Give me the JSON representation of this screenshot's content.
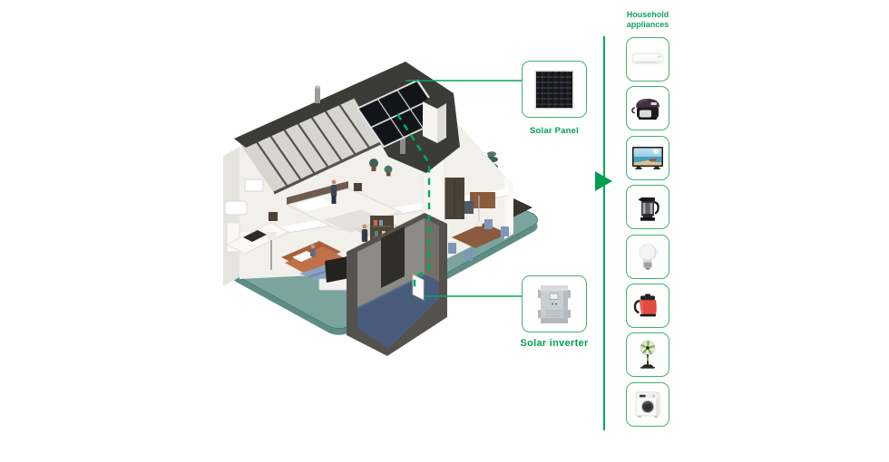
{
  "diagram_title": "Solar powered house with household appliances",
  "house": {
    "name": "solar-house-cutaway",
    "colors": {
      "roof": "#3B3B38",
      "platform_top": "#7BA49E",
      "platform_side": "#5E8D87",
      "basement_wall": "#55524D",
      "basement_floor": "#4A5C7C",
      "interior": "#F2F0EA",
      "flow_line_green": "#00A95A"
    }
  },
  "callouts": {
    "solar_panel": {
      "label": "Solar Panel"
    },
    "solar_inverter": {
      "label": "Solar inverter"
    }
  },
  "appliances": {
    "title": "Household appliances",
    "box_border_color": "#3FB273",
    "items": [
      {
        "name": "air-conditioner"
      },
      {
        "name": "rice-cooker"
      },
      {
        "name": "television"
      },
      {
        "name": "coffee-maker"
      },
      {
        "name": "light-bulb"
      },
      {
        "name": "electric-kettle"
      },
      {
        "name": "pedestal-fan"
      },
      {
        "name": "washing-machine"
      }
    ]
  },
  "accent_green": "#00A651"
}
